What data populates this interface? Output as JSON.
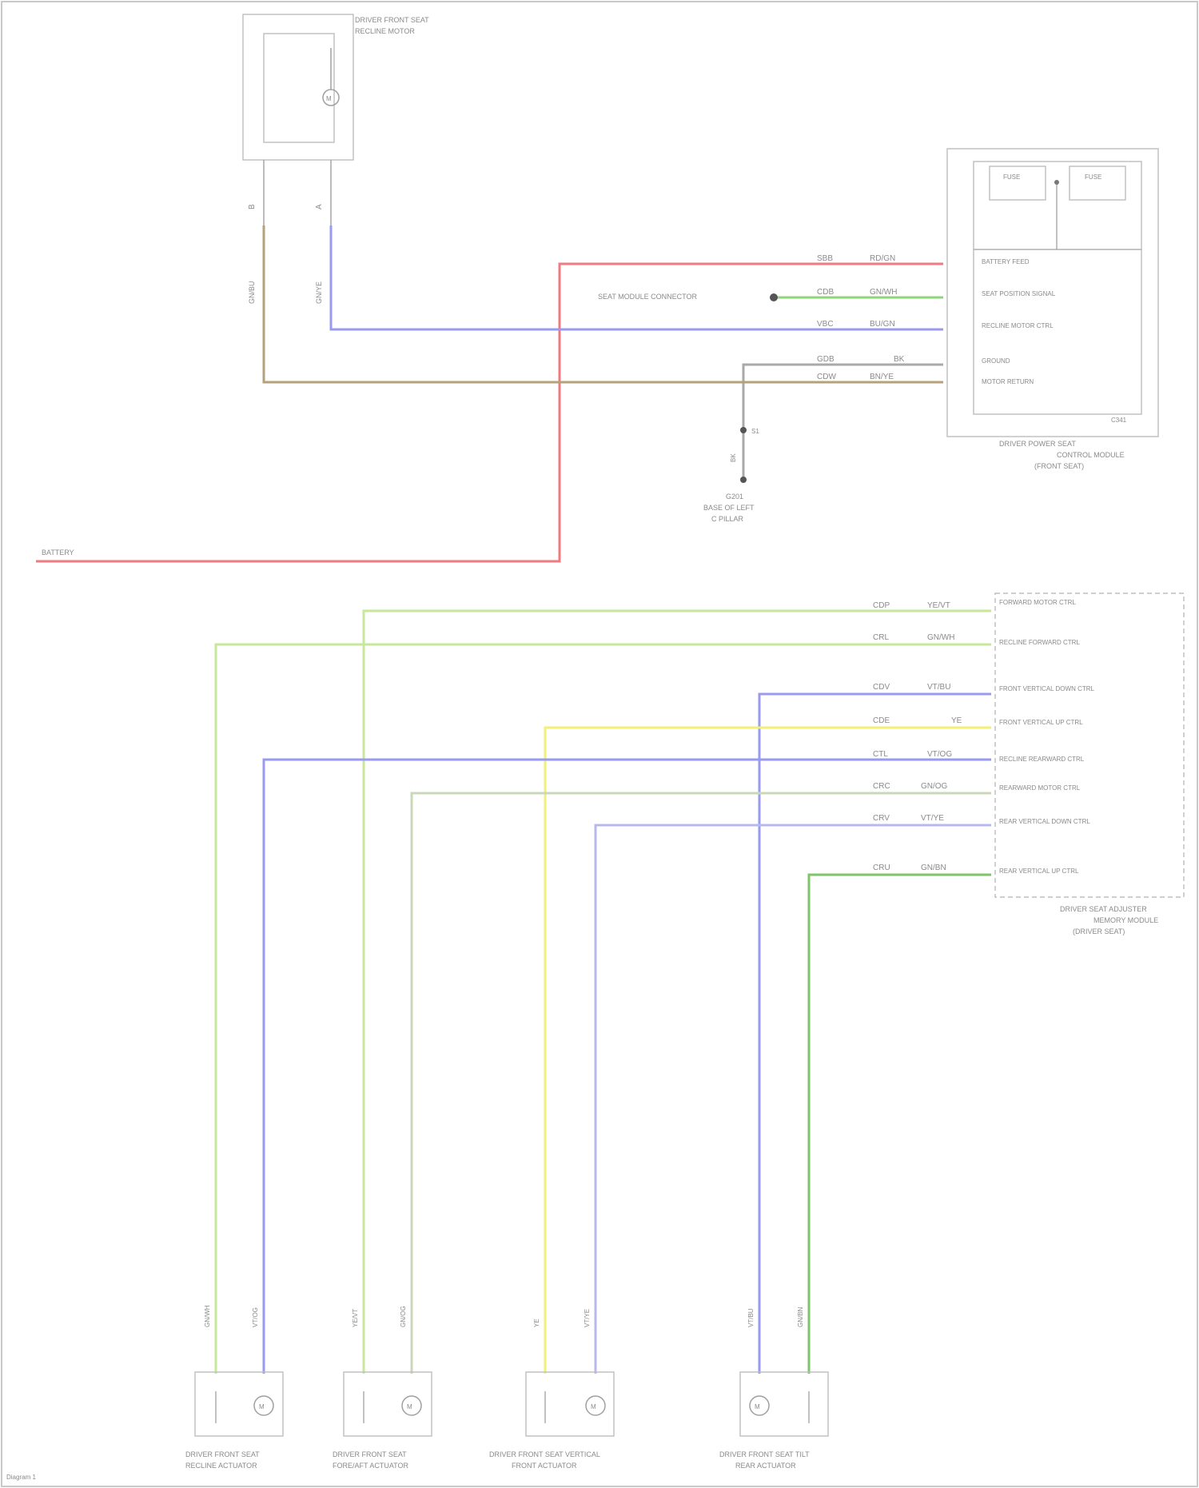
{
  "colors": {
    "red": "#f07a80",
    "green": "#8fd67a",
    "lightgreen": "#c7e89a",
    "blue": "#9a9af0",
    "brown": "#b5a27a",
    "yellow": "#f3f07a",
    "darkgreen": "#7ec46a",
    "grey": "#a9a9a9"
  },
  "top_component": {
    "title": "DRIVER FRONT SEAT",
    "subtitle": "RECLINE MOTOR",
    "wire_left_code": "B",
    "wire_right_code": "A",
    "wire_left_color": "GN/BU",
    "wire_right_color": "GN/YE"
  },
  "module": {
    "title_line1": "DRIVER POWER SEAT",
    "title_line2": "CONTROL MODULE",
    "title_line3": "(FRONT SEAT)",
    "id": "C341",
    "fuse_a": "FUSE",
    "fuse_b": "FUSE",
    "pins": [
      {
        "circuit": "SBB",
        "color": "RD/GN",
        "label": "BATTERY FEED"
      },
      {
        "circuit": "CDB",
        "color": "GN/WH",
        "label": "SEAT POSITION SIGNAL"
      },
      {
        "circuit": "VBC",
        "color": "BU/GN",
        "label": "RECLINE MOTOR CTRL"
      },
      {
        "circuit": "GDB",
        "color": "BK",
        "label": "GROUND"
      },
      {
        "circuit": "CDW",
        "color": "BN/YE",
        "label": "MOTOR RETURN"
      }
    ]
  },
  "connector_label": "SEAT MODULE CONNECTOR",
  "ground": {
    "splice": "S1",
    "wire": "BK",
    "label_line1": "G201",
    "label_line2": "BASE OF LEFT",
    "label_line3": "C PILLAR"
  },
  "battery_label": "BATTERY",
  "bottom_module": {
    "title_line1": "DRIVER SEAT ADJUSTER",
    "title_line2": "MEMORY MODULE",
    "title_line3": "(DRIVER SEAT)",
    "pins": [
      {
        "circuit": "CDP",
        "color": "YE/VT",
        "label": "FORWARD MOTOR CTRL"
      },
      {
        "circuit": "CRL",
        "color": "GN/WH",
        "label": "RECLINE FORWARD CTRL"
      },
      {
        "circuit": "CDV",
        "color": "VT/BU",
        "label": "FRONT VERTICAL DOWN CTRL"
      },
      {
        "circuit": "CDE",
        "color": "YE",
        "label": "FRONT VERTICAL UP CTRL"
      },
      {
        "circuit": "CTL",
        "color": "VT/OG",
        "label": "RECLINE REARWARD CTRL"
      },
      {
        "circuit": "CRC",
        "color": "GN/OG",
        "label": "REARWARD MOTOR CTRL"
      },
      {
        "circuit": "CRV",
        "color": "VT/YE",
        "label": "REAR VERTICAL DOWN CTRL"
      },
      {
        "circuit": "CRU",
        "color": "GN/BN",
        "label": "REAR VERTICAL UP CTRL"
      }
    ]
  },
  "actuators": [
    {
      "title_line1": "DRIVER FRONT SEAT",
      "title_line2": "RECLINE ACTUATOR",
      "left_color": "GN/WH",
      "right_color": "VT/OG"
    },
    {
      "title_line1": "DRIVER FRONT SEAT",
      "title_line2": "FORE/AFT ACTUATOR",
      "left_color": "YE/VT",
      "right_color": "GN/OG"
    },
    {
      "title_line1": "DRIVER FRONT SEAT VERTICAL",
      "title_line2": "FRONT ACTUATOR",
      "left_color": "YE",
      "right_color": "VT/YE"
    },
    {
      "title_line1": "DRIVER FRONT SEAT TILT",
      "title_line2": "REAR ACTUATOR",
      "left_color": "VT/BU",
      "right_color": "GN/BN"
    }
  ],
  "footer": "Diagram 1"
}
